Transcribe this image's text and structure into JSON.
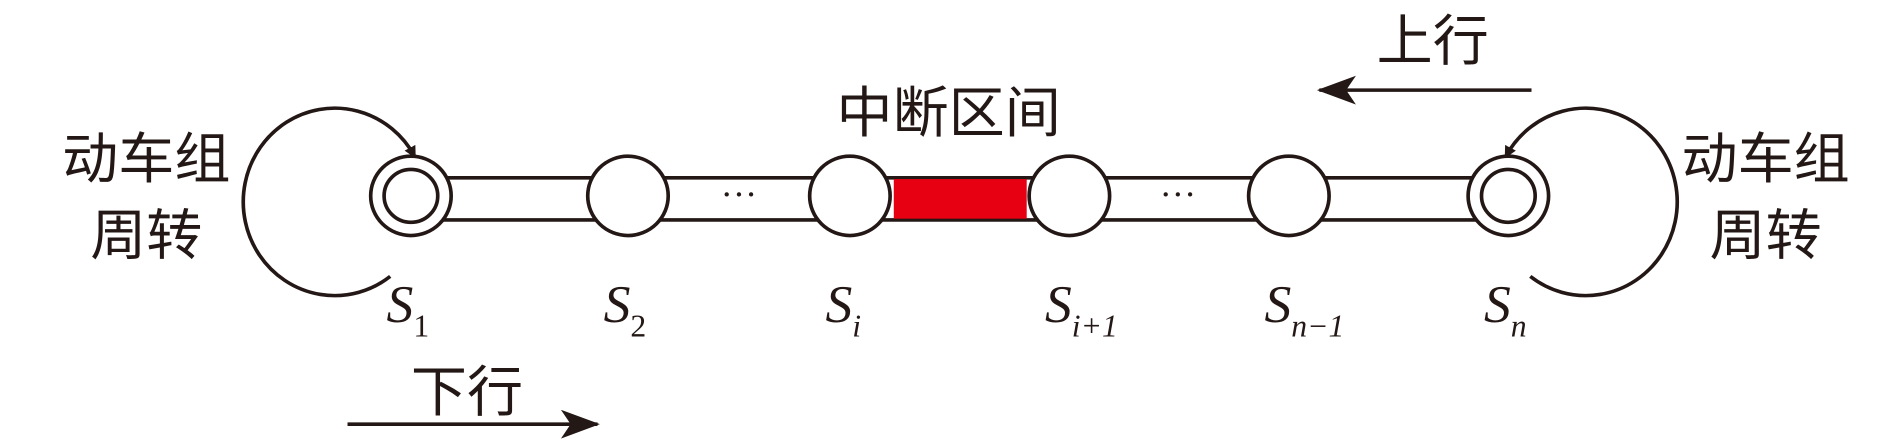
{
  "title": "中断区间",
  "up_direction": "上行",
  "down_direction": "下行",
  "turnaround_left": [
    "动车组",
    "周转"
  ],
  "turnaround_right": [
    "动车组",
    "周转"
  ],
  "ellipsis": "···",
  "stations": [
    {
      "name": "S",
      "sub": "1",
      "terminal": true
    },
    {
      "name": "S",
      "sub": "2",
      "terminal": false
    },
    {
      "name": "S",
      "sub": "i",
      "terminal": false
    },
    {
      "name": "S",
      "sub": "i+1",
      "terminal": false
    },
    {
      "name": "S",
      "sub": "n−1",
      "terminal": false
    },
    {
      "name": "S",
      "sub": "n",
      "terminal": true
    }
  ],
  "colors": {
    "interrupted_section": "#e60012",
    "line": "#231815"
  }
}
